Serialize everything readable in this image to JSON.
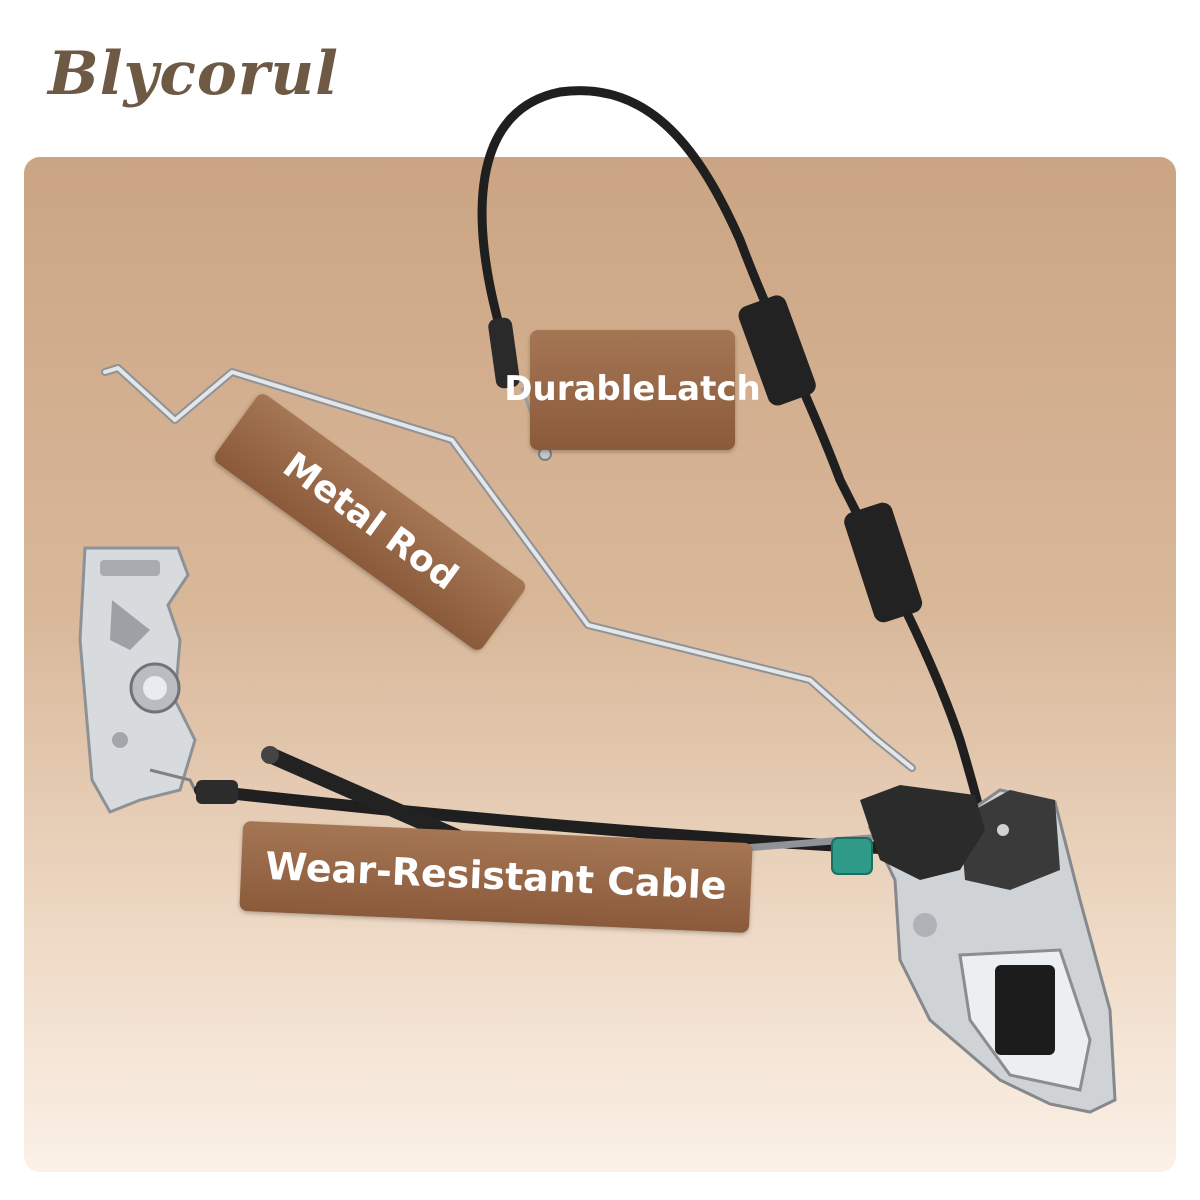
{
  "brand": {
    "name": "Blycorul"
  },
  "labels": {
    "latch_line1": "Durable",
    "latch_line2": "Latch",
    "rod": "Metal Rod",
    "cable": "Wear-Resistant Cable"
  },
  "colors": {
    "brand_text": "#6e5a44",
    "panel_top": "#cba583",
    "panel_bottom": "#fbf1e7",
    "label_bg": "#99684a",
    "label_text": "#ffffff",
    "cable": "#1e1e1e",
    "metal": "#c9cdd0",
    "accent_clip": "#2f9a87"
  }
}
